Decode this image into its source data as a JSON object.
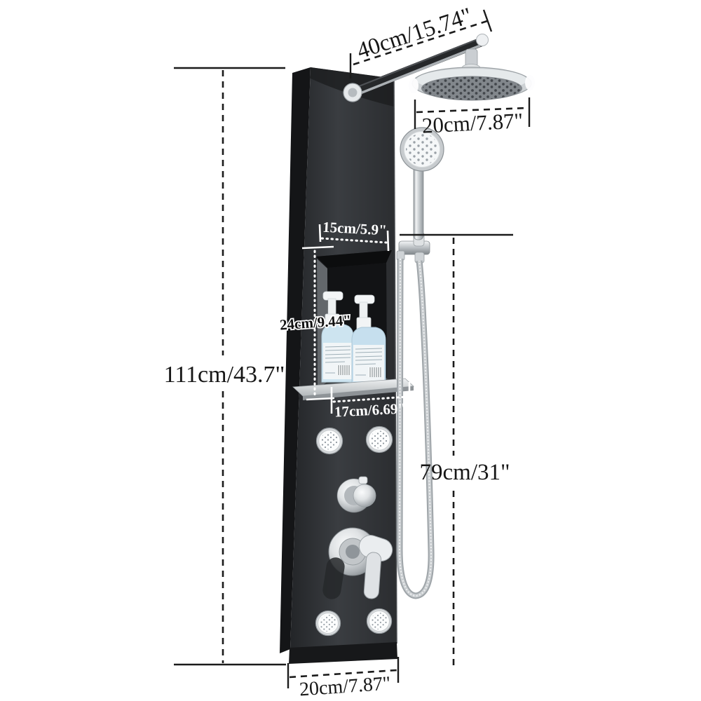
{
  "page": {
    "background": "#ffffff"
  },
  "diagram": {
    "labels": {
      "arm_length": "40cm/15.74\"",
      "rain_head_width": "20cm/7.87\"",
      "panel_height": "111cm/43.7\"",
      "niche_width": "15cm/5.9\"",
      "niche_height": "24cm/9.44\"",
      "shelf_width": "17cm/6.69\"",
      "hose_drop": "79cm/31\"",
      "panel_width": "20cm/7.87\""
    },
    "colors": {
      "panel": "#2e3033",
      "panel_side": "#141517",
      "chrome": "#d9dcde",
      "bottle_blue": "#cde4f0",
      "annotation_dark": "#1b1b1b",
      "annotation_light": "#ffffff"
    }
  }
}
